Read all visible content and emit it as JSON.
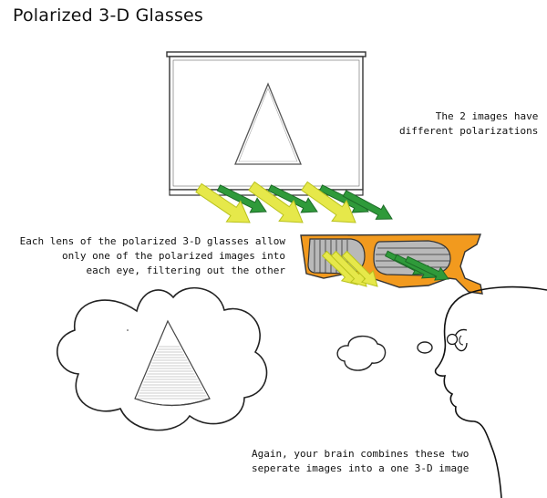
{
  "title": "Polarized 3-D Glasses",
  "labels": {
    "polarizations": [
      "The 2 images have",
      "different polarizations"
    ],
    "lens": [
      "Each lens of the polarized 3-D glasses allow",
      "only one of the polarized images into",
      "each eye, filtering out the other"
    ],
    "brain": [
      "Again, your brain combines these two",
      "seperate images into a one 3-D image"
    ]
  },
  "colors": {
    "outline": "#333333",
    "glasses_frame": "#f29a1e",
    "lens_fill": "#b9b9b9",
    "arrow_yellow": "#e6e84a",
    "arrow_yellow_dark": "#b9c21e",
    "arrow_green": "#2f9a3a",
    "arrow_green_dark": "#1d6b27"
  }
}
